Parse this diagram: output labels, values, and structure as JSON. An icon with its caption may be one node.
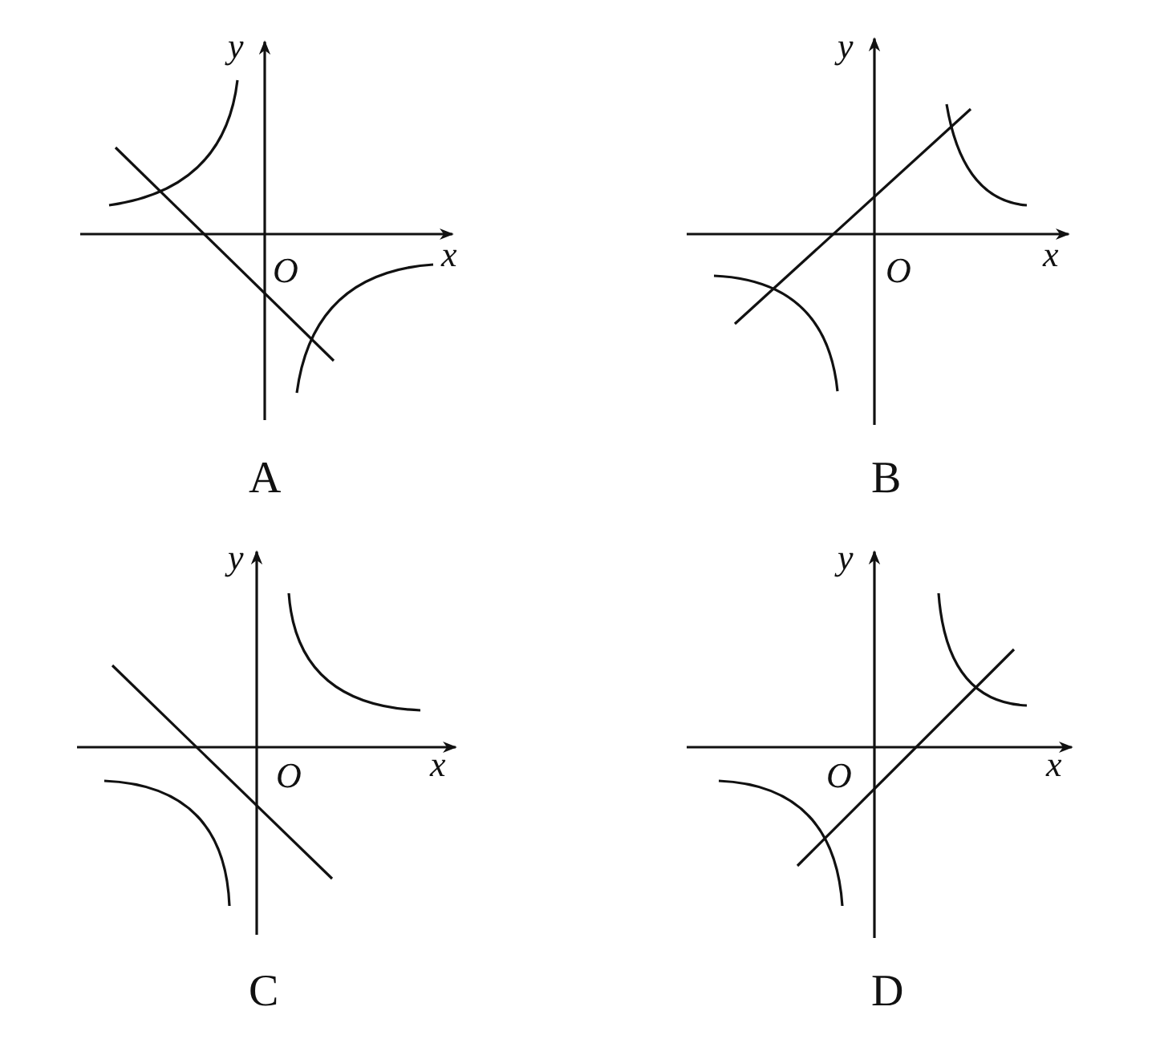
{
  "diagram": {
    "labels": [
      "y",
      "O",
      "x",
      "A",
      "y",
      "O",
      "x",
      "B",
      "y",
      "O",
      "x",
      "C",
      "y",
      "O",
      "x",
      "D"
    ]
  }
}
